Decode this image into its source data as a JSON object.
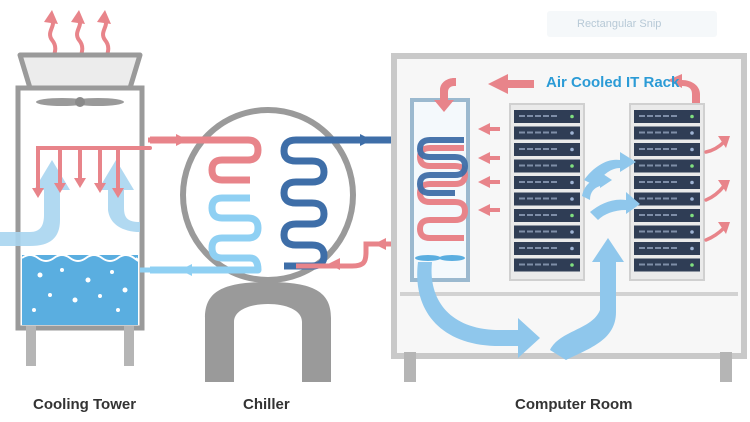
{
  "labels": {
    "cooling_tower": "Cooling Tower",
    "chiller": "Chiller",
    "computer_room": "Computer Room",
    "rack_title": "Air Cooled IT Rack"
  },
  "overlay": {
    "snip_text": "Rectangular Snip"
  },
  "colors": {
    "hot": "#e8848a",
    "cold": "#7fbfe6",
    "cold_dark": "#3e6ea8",
    "frame": "#9a9a9a",
    "frame_light": "#c9c9c9",
    "water": "#5aaee0",
    "server_dark": "#2f3d55",
    "title": "#2b9bd6"
  },
  "rack": {
    "server_units": 10,
    "columns": 2
  }
}
